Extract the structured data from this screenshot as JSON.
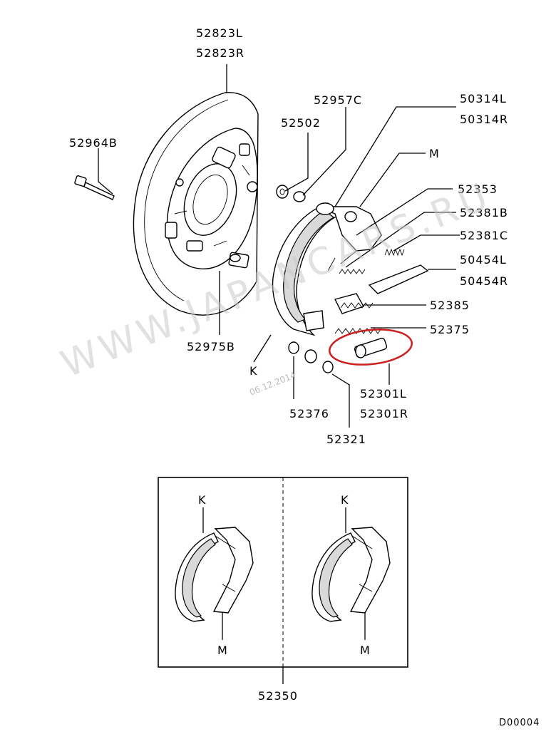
{
  "labels": {
    "p52823L": "52823L",
    "p52823R": "52823R",
    "p52957C": "52957C",
    "p50314L": "50314L",
    "p50314R": "50314R",
    "p52502": "52502",
    "p52964B": "52964B",
    "pM_top": "M",
    "p52353": "52353",
    "p52381B": "52381B",
    "p52381C": "52381C",
    "p50454L": "50454L",
    "p50454R": "50454R",
    "p52385": "52385",
    "p52375": "52375",
    "p52975B": "52975B",
    "pK_main": "K",
    "p52301L": "52301L",
    "p52301R": "52301R",
    "p52376": "52376",
    "p52321": "52321",
    "pK_left": "K",
    "pM_left": "M",
    "pK_right": "K",
    "pM_right": "M",
    "p52350": "52350",
    "diagram_code": "D00004"
  },
  "watermark": {
    "text": "WWW.JAPANCARS.RU",
    "date": "06.12.2014"
  },
  "highlight_color": "#cc1f1f"
}
